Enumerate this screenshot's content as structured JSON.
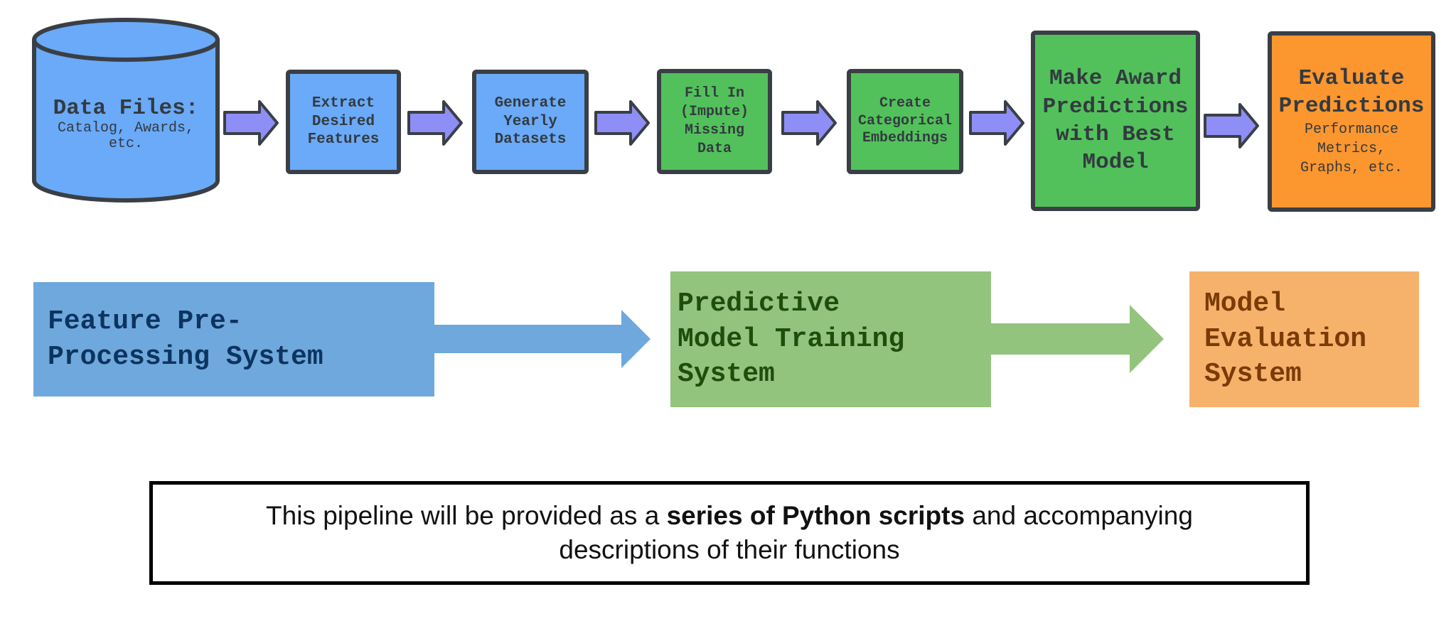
{
  "steps": {
    "data_files": {
      "title": "Data Files:",
      "subtitle_1": "Catalog, Awards,",
      "subtitle_2": "etc."
    },
    "extract": {
      "l1": "Extract",
      "l2": "Desired",
      "l3": "Features"
    },
    "generate": {
      "l1": "Generate",
      "l2": "Yearly",
      "l3": "Datasets"
    },
    "fill": {
      "l1": "Fill In",
      "l2": "(Impute)",
      "l3": "Missing",
      "l4": "Data"
    },
    "embed": {
      "l1": "Create",
      "l2": "Categorical",
      "l3": "Embeddings"
    },
    "predict": {
      "l1": "Make Award",
      "l2": "Predictions",
      "l3": "with Best",
      "l4": "Model"
    },
    "evaluate": {
      "title_1": "Evaluate",
      "title_2": "Predictions",
      "sub_1": "Performance",
      "sub_2": "Metrics,",
      "sub_3": "Graphs, etc."
    }
  },
  "systems": {
    "feature": {
      "l1": "Feature Pre-",
      "l2": "Processing System"
    },
    "training": {
      "l1": "Predictive",
      "l2": "Model Training",
      "l3": "System"
    },
    "evaluation": {
      "l1": "Model",
      "l2": "Evaluation",
      "l3": "System"
    }
  },
  "note": {
    "before": "This pipeline will be provided as a ",
    "bold": "series of Python scripts",
    "after": " and accompanying",
    "line2": "descriptions of their functions"
  },
  "colors": {
    "step_blue": "#6aaaf8",
    "step_green": "#52c15b",
    "step_orange": "#fc962e",
    "arrow_purple": "#8e8ef6",
    "sys_blue": "#6fa8dc",
    "sys_green": "#93c47d",
    "sys_orange": "#f6b26b"
  }
}
